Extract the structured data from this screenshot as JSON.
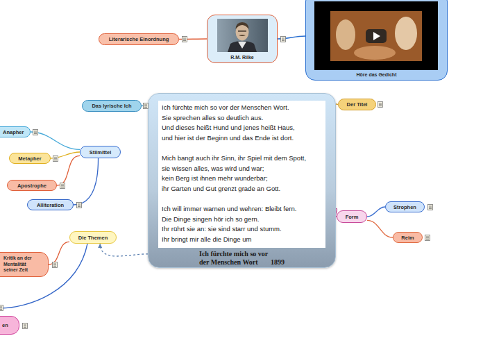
{
  "diagram": {
    "nodes": [
      {
        "text": [
          "Literarische Einordnung"
        ]
      },
      {
        "text": [
          "R.M. Rilke"
        ]
      },
      {
        "text": [
          "Höre das Gedicht"
        ]
      },
      {
        "text": [
          "Das lyrische Ich"
        ]
      },
      {
        "text": [
          "Ich fürchte mich so vor der Menschen Wort.",
          "Sie sprechen alles so deutlich aus.",
          "Und dieses heißt Hund und jenes heißt Haus,",
          "und hier ist der Beginn und das Ende ist dort.",
          "Mich bangt auch ihr Sinn, ihr Spiel mit dem Spott,",
          "sie wissen alles, was wird und war;",
          "kein Berg ist ihnen mehr wunderbar;",
          "ihr Garten und Gut grenzt grade an Gott.",
          "Ich will immer warnen und wehren: Bleibt fern.",
          "Die Dinge singen hör ich so gern.",
          "Ihr rührt sie an: sie sind starr und stumm.",
          "Ihr bringt mir alle die Dinge um",
          "Ich fürchte mich so vor der Menschen Wort",
          "1899"
        ]
      },
      {
        "text": [
          "Der Titel"
        ]
      },
      {
        "text": [
          "Anapher"
        ]
      },
      {
        "text": [
          "Stilmittel"
        ]
      },
      {
        "text": [
          "Metapher"
        ]
      },
      {
        "text": [
          "Apostrophe"
        ]
      },
      {
        "text": [
          "Alliteration"
        ]
      },
      {
        "text": [
          "Form"
        ]
      },
      {
        "text": [
          "Strophen"
        ]
      },
      {
        "text": [
          "Die Themen"
        ]
      },
      {
        "text": [
          "Reim"
        ]
      },
      {
        "text": [
          "Kritik an der Mentalität seiner Zeit"
        ]
      },
      {
        "text": [
          "en"
        ]
      }
    ],
    "edges": [
      {
        "from": 1,
        "to": 0,
        "arrow": "none"
      },
      {
        "from": 1,
        "to": 2,
        "arrow": "none"
      },
      {
        "from": 4,
        "to": 3,
        "arrow": "none"
      },
      {
        "from": 4,
        "to": 5,
        "arrow": "none"
      },
      {
        "from": 4,
        "to": 11,
        "arrow": "none"
      },
      {
        "from": 11,
        "to": 12,
        "arrow": "none"
      },
      {
        "from": 11,
        "to": 14,
        "arrow": "none"
      },
      {
        "from": 7,
        "to": 6,
        "arrow": "none"
      },
      {
        "from": 7,
        "to": 8,
        "arrow": "none"
      },
      {
        "from": 7,
        "to": 9,
        "arrow": "none"
      },
      {
        "from": 7,
        "to": 10,
        "arrow": "none"
      },
      {
        "from": 4,
        "to": 13,
        "arrow": "to"
      },
      {
        "from": 13,
        "to": 15,
        "arrow": "none"
      }
    ]
  }
}
